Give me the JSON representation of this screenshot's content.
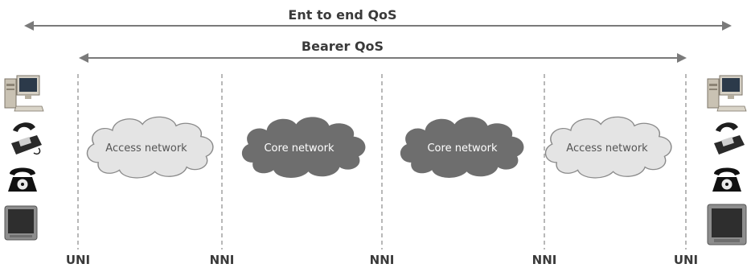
{
  "spans": {
    "end_to_end": "Ent to end QoS",
    "bearer": "Bearer QoS"
  },
  "interfaces": [
    "UNI",
    "NNI",
    "NNI",
    "NNI",
    "UNI"
  ],
  "clouds": [
    {
      "label": "Access network",
      "style": "light"
    },
    {
      "label": "Core network",
      "style": "dark"
    },
    {
      "label": "Core network",
      "style": "dark"
    },
    {
      "label": "Access network",
      "style": "light"
    }
  ],
  "devices": {
    "left": [
      "desktop-computer-icon",
      "telephone-icon",
      "rotary-phone-icon",
      "television-icon"
    ],
    "right": [
      "desktop-computer-icon",
      "telephone-icon",
      "rotary-phone-icon",
      "television-icon"
    ]
  },
  "colors": {
    "arrow": "#7a7a7a",
    "divider": "#8a8a8a",
    "cloud_light_fill": "#e4e4e4",
    "cloud_light_stroke": "#8a8a8a",
    "cloud_dark_fill": "#6e6e6e"
  }
}
